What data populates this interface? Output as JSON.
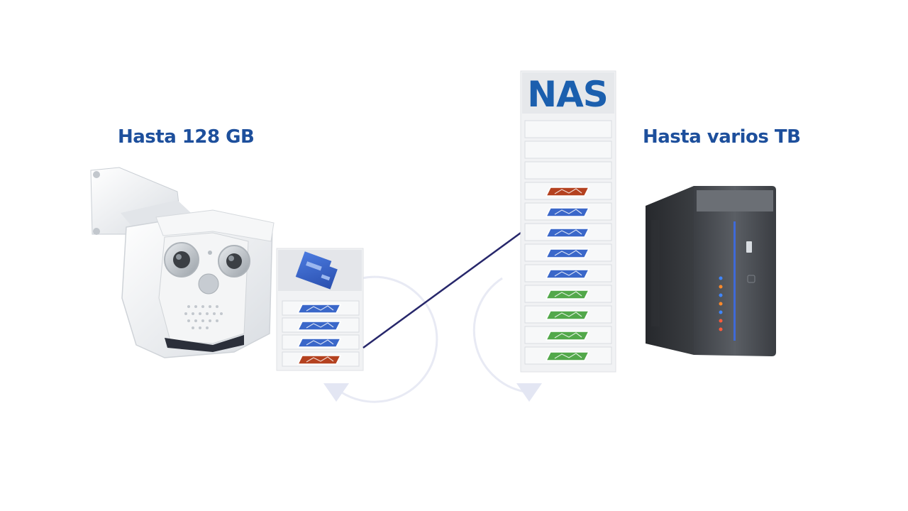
{
  "labels": {
    "camera_capacity": "Hasta 128 GB",
    "nas_capacity": "Hasta varios TB",
    "nas_title": "NAS"
  },
  "colors": {
    "label_blue": "#1d4f9c",
    "nas_blue": "#1b5fae",
    "sd_card_blue": "#3a67c9",
    "recent_clip_red": "#b4411f",
    "old_clip_green": "#52a84a",
    "connector_line": "#27276b"
  },
  "sd_card": {
    "clips": [
      "blue",
      "blue",
      "blue",
      "red"
    ]
  },
  "nas_rack": {
    "slots": [
      "empty",
      "empty",
      "empty",
      "red",
      "blue",
      "blue",
      "blue",
      "blue",
      "green",
      "green",
      "green",
      "green"
    ]
  },
  "icons": [
    "camera-icon",
    "microsd-card-icon",
    "pc-tower-icon",
    "cycle-arrow-icon"
  ]
}
